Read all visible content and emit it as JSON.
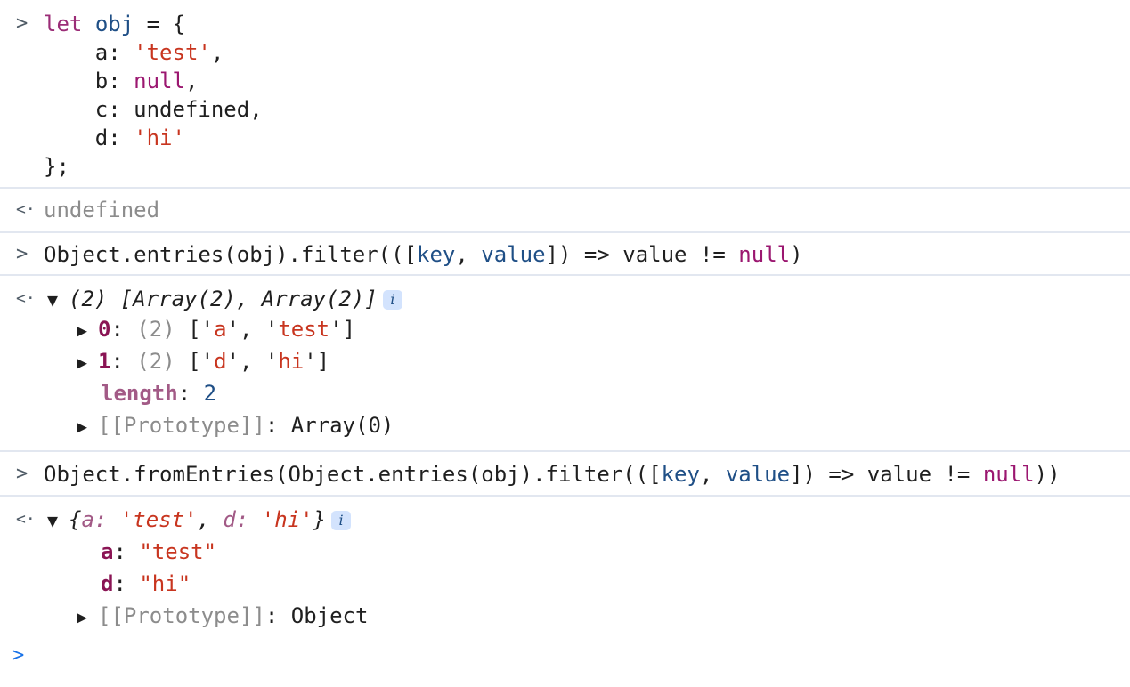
{
  "prompt_input": ">",
  "prompt_output": "<·",
  "entries": [
    {
      "input_lines": [
        [
          "let",
          "obj",
          "=",
          "{"
        ],
        [
          "a:",
          "'test'",
          ","
        ],
        [
          "b:",
          "null",
          ","
        ],
        [
          "c:",
          "undefined,"
        ],
        [
          "d:",
          "'hi'"
        ],
        [
          "};"
        ]
      ]
    }
  ],
  "e1": {
    "l1_kw": "let",
    "l1_var": "obj",
    "l1_rest": " = {",
    "l2_key": "    a: ",
    "l2_val": "'test'",
    "l2_end": ",",
    "l3_key": "    b: ",
    "l3_val": "null",
    "l3_end": ",",
    "l4": "    c: undefined,",
    "l5_key": "    d: ",
    "l5_val": "'hi'",
    "l6": "};",
    "result": "undefined"
  },
  "e2": {
    "p1": "Object.entries(obj).filter(([",
    "key": "key",
    "sep": ", ",
    "value": "value",
    "p2": "]) => value != ",
    "nul": "null",
    "p3": ")",
    "summary": "(2) [Array(2), Array(2)]",
    "badge": "i",
    "r0_idx": "0",
    "r0_colon": ": ",
    "r0_len": "(2)",
    "r0_open": " ['",
    "r0_a": "a",
    "r0_mid": "', '",
    "r0_b": "test",
    "r0_close": "']",
    "r1_idx": "1",
    "r1_colon": ": ",
    "r1_len": "(2)",
    "r1_open": " ['",
    "r1_a": "d",
    "r1_mid": "', '",
    "r1_b": "hi",
    "r1_close": "']",
    "len_label": "length",
    "len_colon": ": ",
    "len_val": "2",
    "proto_label": "[[Prototype]]",
    "proto_colon": ": ",
    "proto_val": "Array(0)"
  },
  "e3": {
    "p1": "Object.fromEntries(Object.entries(obj).filter(([",
    "key": "key",
    "sep": ", ",
    "value": "value",
    "p2": "]) => value != ",
    "nul": "null",
    "p3": "))",
    "s_open": "{",
    "s_a": "a: ",
    "s_aval": "'test'",
    "s_comma": ", ",
    "s_d": "d: ",
    "s_dval": "'hi'",
    "s_close": "}",
    "badge": "i",
    "a_key": "a",
    "a_colon": ": ",
    "a_val": "\"test\"",
    "d_key": "d",
    "d_colon": ": ",
    "d_val": "\"hi\"",
    "proto_label": "[[Prototype]]",
    "proto_colon": ": ",
    "proto_val": "Object"
  },
  "final_prompt": ">",
  "icons": {
    "expand": "triangle-down-icon",
    "collapse": "triangle-right-icon",
    "info": "info-icon"
  },
  "colors": {
    "keyword": "#9b2d77",
    "variable": "#1f4f86",
    "string": "#c8351f",
    "null": "#9b1770",
    "muted": "#8c8c8c",
    "prompt_active": "#1a73e8",
    "separator": "#e2e7f0"
  }
}
